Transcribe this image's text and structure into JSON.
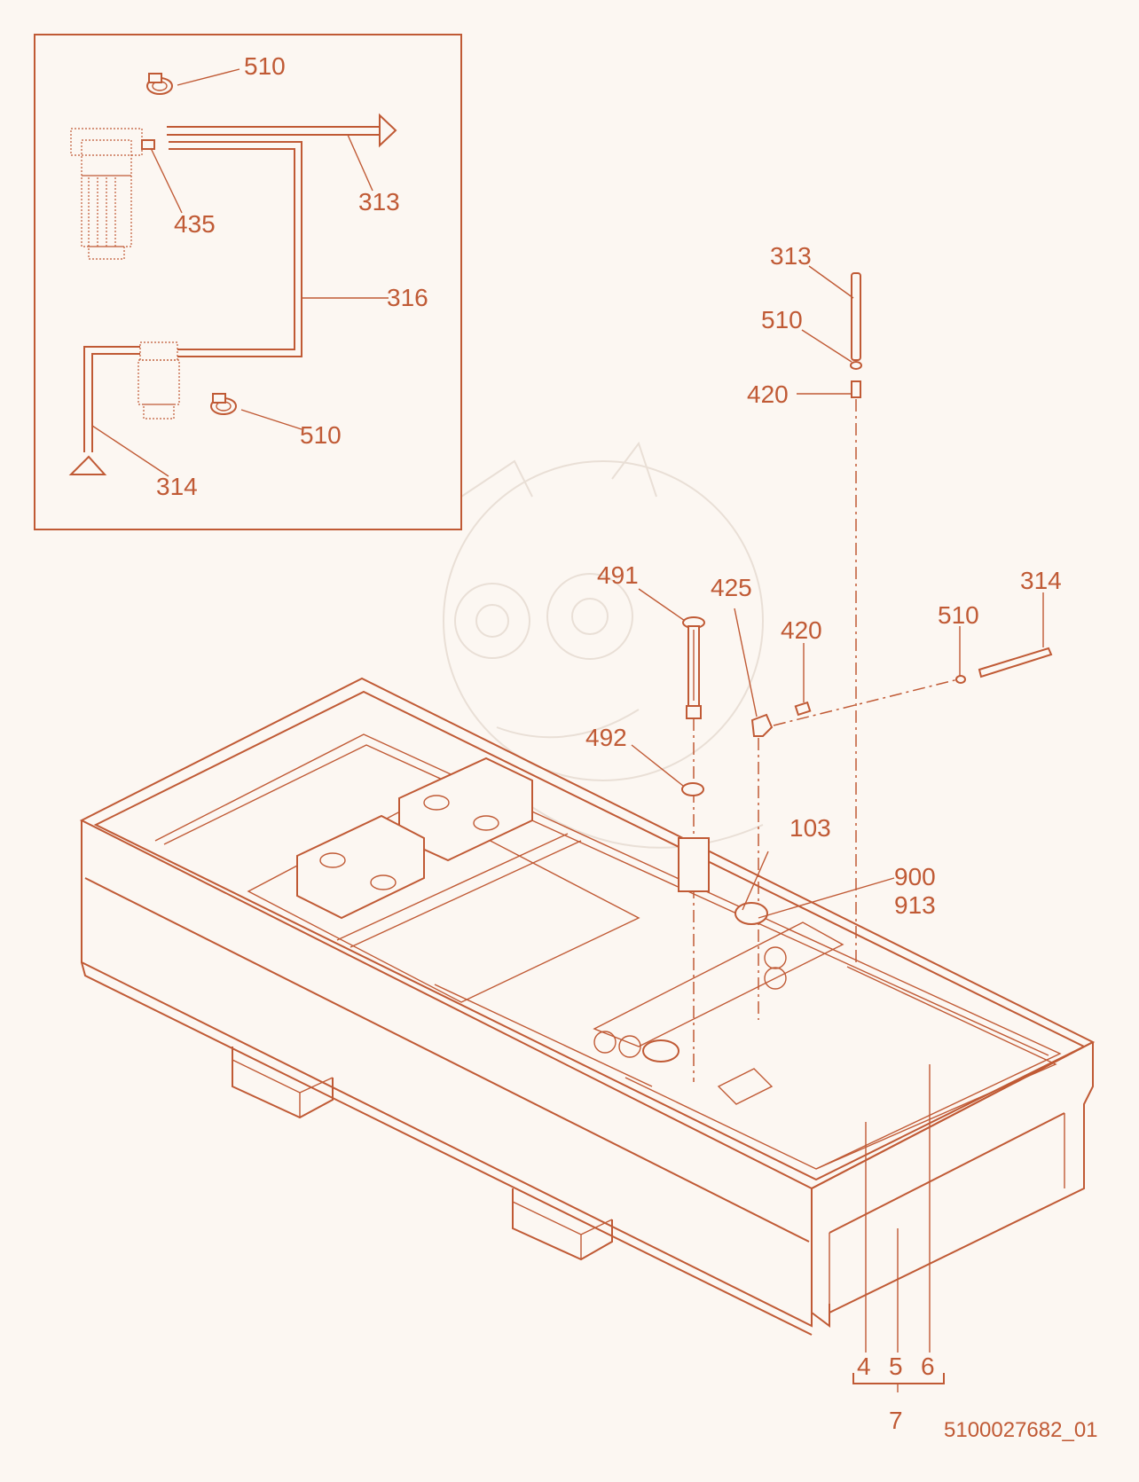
{
  "colors": {
    "line": "#c05a35",
    "background": "#fcf7f2",
    "watermark": "#e9dfd6"
  },
  "inset": {
    "labels": {
      "clamp_top": "510",
      "valve": "435",
      "hose_out": "313",
      "hose_mid": "316",
      "clamp_bottom": "510",
      "hose_in": "314"
    }
  },
  "parts": {
    "hose_313": "313",
    "clamp_510_upper": "510",
    "fitting_420_upper": "420",
    "sensor_491": "491",
    "elbow_425": "425",
    "fitting_420_right": "420",
    "clamp_510_right": "510",
    "hose_314": "314",
    "seal_492": "492",
    "part_103": "103",
    "part_900": "900",
    "part_913": "913",
    "panel_4": "4",
    "panel_5": "5",
    "panel_6": "6",
    "assembly_7": "7"
  },
  "drawing_number": "5100027682_01"
}
